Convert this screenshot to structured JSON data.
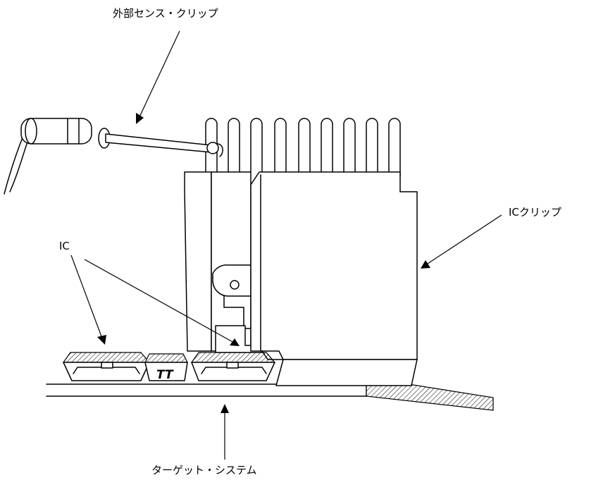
{
  "labels": {
    "external_sense_clip": "外部センス・クリップ",
    "ic_clip": "ICクリップ",
    "ic": "IC",
    "target_system": "ターゲット・システム"
  },
  "colors": {
    "line": "#000000",
    "background": "#ffffff"
  }
}
